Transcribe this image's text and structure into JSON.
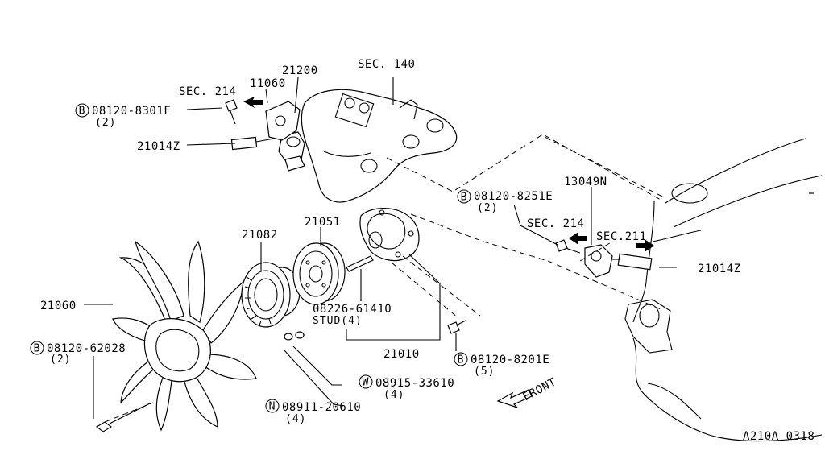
{
  "labels": {
    "sec140": "SEC. 140",
    "p21200": "21200",
    "p11060": "11060",
    "sec214_top": "SEC. 214",
    "bolt_top": "08120-8301F",
    "bolt_top_qty": "(2)",
    "hose_top": "21014Z",
    "p13049n": "13049N",
    "bolt_right": "08120-8251E",
    "bolt_right_qty": "(2)",
    "sec214_right": "SEC. 214",
    "sec211": "SEC.211",
    "hose_right": "21014Z",
    "p21082": "21082",
    "p21051": "21051",
    "p21060": "21060",
    "stud": "08226-61410",
    "stud_note": "STUD(4)",
    "p21010": "21010",
    "bolt_fan": "08120-62028",
    "bolt_fan_qty": "(2)",
    "washer": "08915-33610",
    "washer_qty": "(4)",
    "bolt_pump": "08120-8201E",
    "bolt_pump_qty": "(5)",
    "nut": "08911-20610",
    "nut_qty": "(4)",
    "front": "FRONT",
    "drawing_code": "A210A 0318"
  },
  "prefix_marks": {
    "bolt": "B",
    "washer": "W",
    "nut": "N"
  }
}
